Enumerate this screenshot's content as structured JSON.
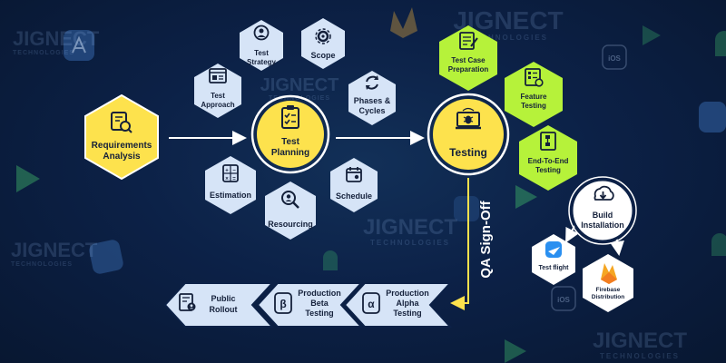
{
  "brand": {
    "name": "JIGNECT",
    "tagline": "TECHNOLOGIES",
    "ios_label": "iOS",
    "colors": {
      "navy": "#0c2147",
      "yellow": "#fde24d",
      "green": "#b6f23a",
      "lightblue": "#d6e4f7"
    }
  },
  "nodes": {
    "requirements": {
      "line1": "Requirements",
      "line2": "Analysis",
      "icon": "document-search-icon"
    },
    "test_planning": {
      "line1": "Test",
      "line2": "Planning",
      "icon": "clipboard-checklist-icon"
    },
    "testing": {
      "line1": "Testing",
      "icon": "bug-laptop-icon"
    },
    "build_installation": {
      "line1": "Build",
      "line2": "Installation",
      "icon": "download-cloud-icon"
    }
  },
  "planning_items": [
    {
      "line1": "Test",
      "line2": "Strategy",
      "icon": "strategy-person-icon"
    },
    {
      "line1": "Scope",
      "line2": "",
      "icon": "scope-gear-icon"
    },
    {
      "line1": "Phases &",
      "line2": "Cycles",
      "icon": "cycle-arrows-icon"
    },
    {
      "line1": "Schedule",
      "line2": "",
      "icon": "calendar-icon"
    },
    {
      "line1": "Resourcing",
      "line2": "",
      "icon": "magnifier-person-icon"
    },
    {
      "line1": "Estimation",
      "line2": "",
      "icon": "calculator-icon"
    },
    {
      "line1": "Test",
      "line2": "Approach",
      "icon": "approach-window-icon"
    }
  ],
  "testing_items": [
    {
      "line1": "Test Case",
      "line2": "Preparation",
      "icon": "test-case-doc-icon"
    },
    {
      "line1": "Feature",
      "line2": "Testing",
      "icon": "feature-list-icon"
    },
    {
      "line1": "End-To-End",
      "line2": "Testing",
      "icon": "flow-doc-icon"
    }
  ],
  "build_targets": [
    {
      "line1": "Test flight",
      "icon": "testflight-icon"
    },
    {
      "line1": "Firebase",
      "line2": "Distribution",
      "icon": "firebase-icon"
    }
  ],
  "signoff": {
    "label": "QA Sign-Off"
  },
  "release_steps": [
    {
      "line1": "Production",
      "line2": "Alpha",
      "line3": "Testing",
      "badge": "α"
    },
    {
      "line1": "Production",
      "line2": "Beta",
      "line3": "Testing",
      "badge": "β"
    },
    {
      "line1": "Public",
      "line2": "Rollout",
      "line3": "",
      "badge": ""
    }
  ]
}
